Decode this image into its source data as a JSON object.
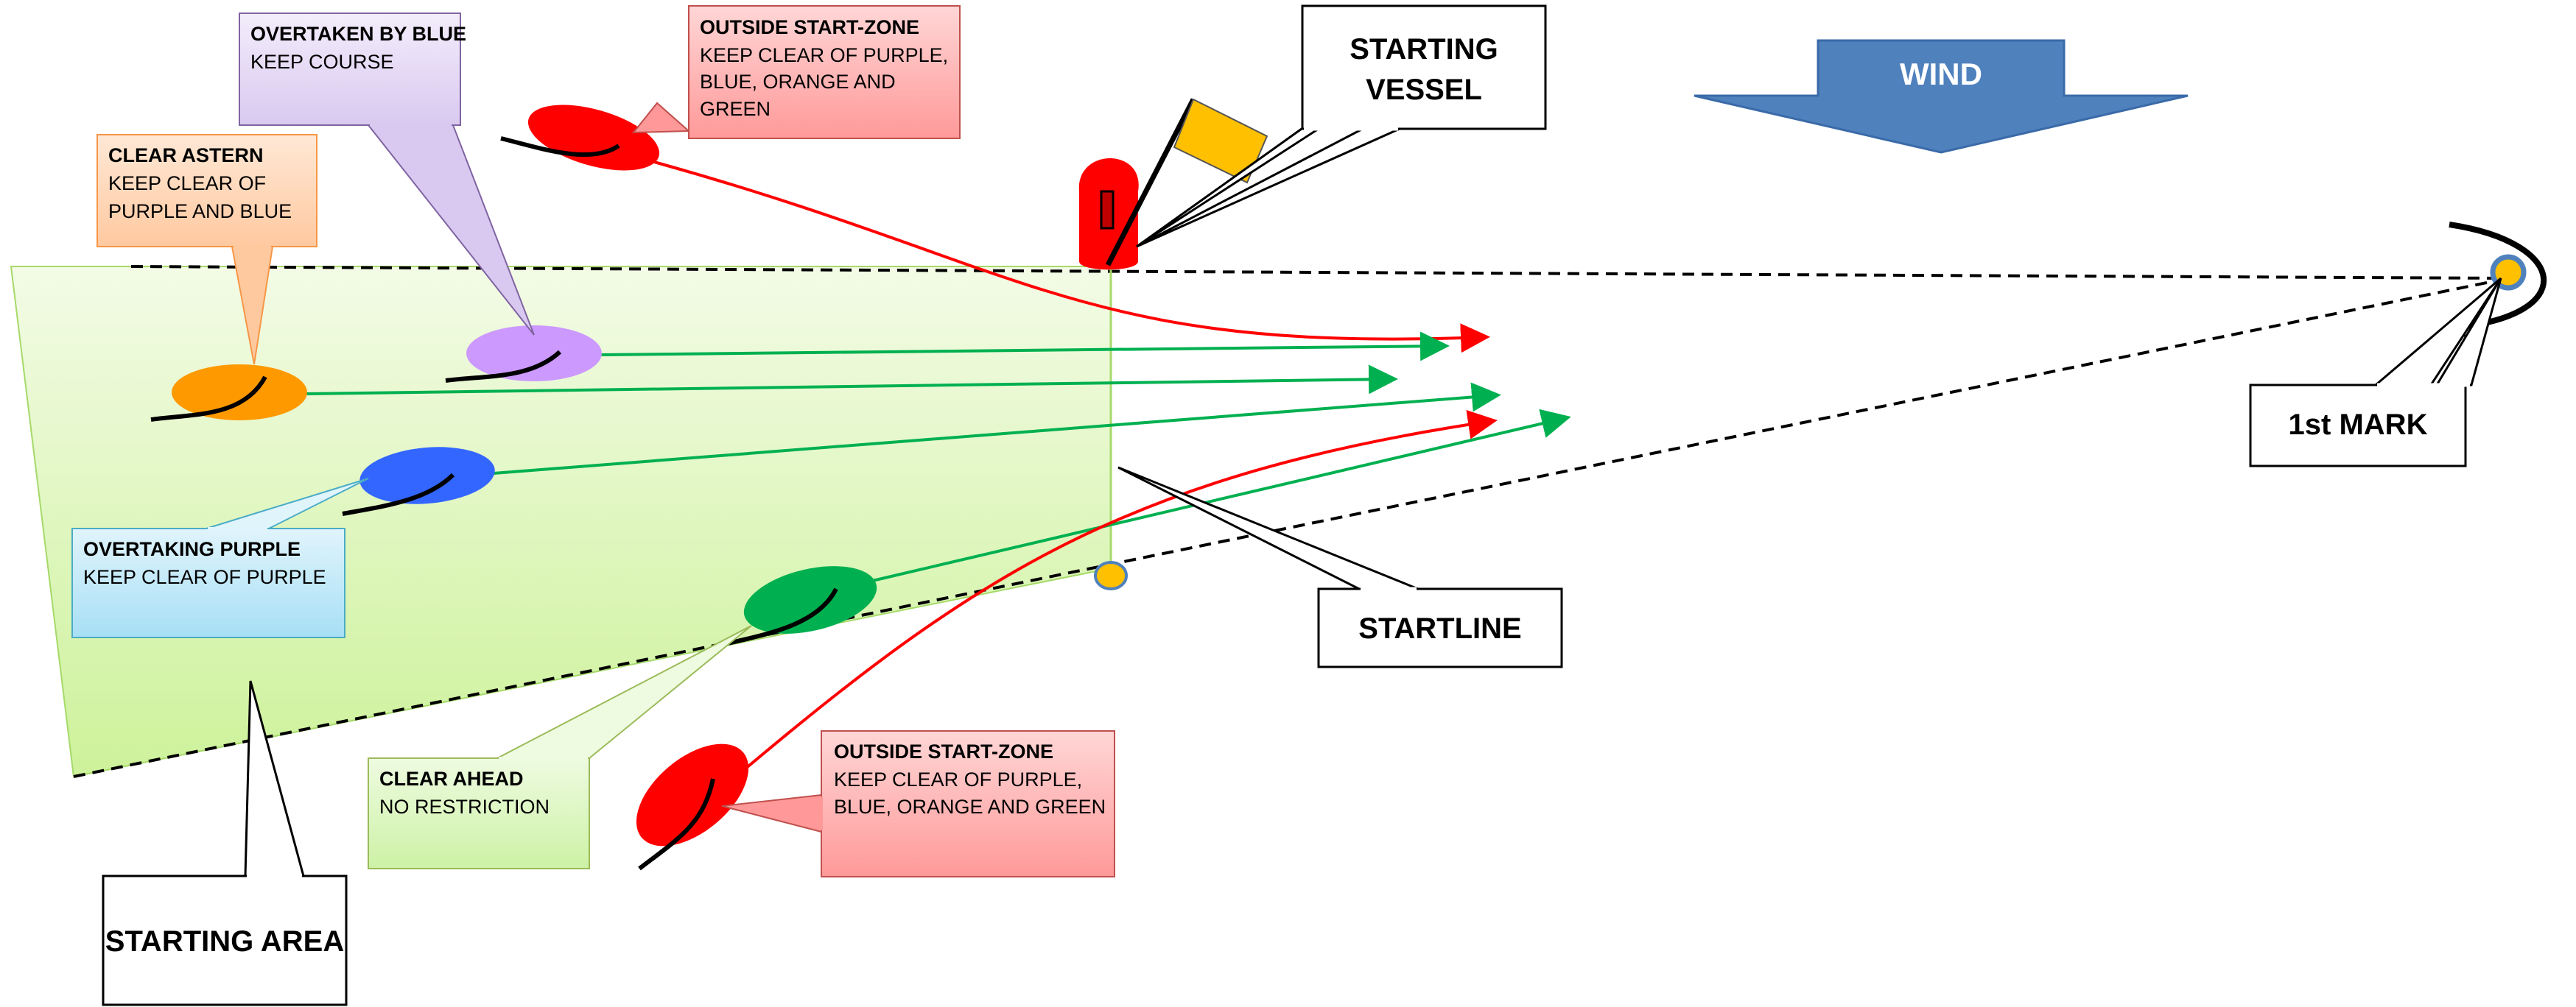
{
  "wind": {
    "label": "WIND",
    "color": "#4f81bd"
  },
  "callouts": {
    "starting_vessel": {
      "line1": "STARTING",
      "line2": "VESSEL"
    },
    "startline": {
      "label": "STARTLINE"
    },
    "starting_area": {
      "label": "STARTING AREA"
    },
    "first_mark": {
      "label": "1st MARK"
    }
  },
  "notes": {
    "red_top": {
      "title": "OUTSIDE START-ZONE",
      "lines": [
        "KEEP CLEAR OF PURPLE,",
        "BLUE, ORANGE AND",
        "GREEN"
      ]
    },
    "purple": {
      "title": "OVERTAKEN BY BLUE",
      "lines": [
        "KEEP COURSE"
      ]
    },
    "orange": {
      "title": "CLEAR ASTERN",
      "lines": [
        "KEEP CLEAR OF",
        "PURPLE AND BLUE"
      ]
    },
    "blue": {
      "title": "OVERTAKING PURPLE",
      "lines": [
        "KEEP CLEAR OF PURPLE"
      ]
    },
    "green": {
      "title": "CLEAR AHEAD",
      "lines": [
        "NO RESTRICTION"
      ]
    },
    "red_bottom": {
      "title": "OUTSIDE START-ZONE",
      "lines": [
        "KEEP CLEAR OF PURPLE,",
        "BLUE, ORANGE AND GREEN"
      ]
    }
  },
  "boats": [
    {
      "name": "red-top",
      "color": "#ff0000"
    },
    {
      "name": "purple",
      "color": "#cc99ff"
    },
    {
      "name": "orange",
      "color": "#ff9900"
    },
    {
      "name": "blue",
      "color": "#3366ff"
    },
    {
      "name": "green",
      "color": "#00b050"
    },
    {
      "name": "red-bottom",
      "color": "#ff0000"
    }
  ],
  "colors": {
    "track_green": "#00b050",
    "track_red": "#ff0000",
    "starting_area": "#d6f5a8",
    "mark_fill": "#ffc000",
    "mark_stroke": "#4f81bd",
    "flag": "#ffc000"
  }
}
